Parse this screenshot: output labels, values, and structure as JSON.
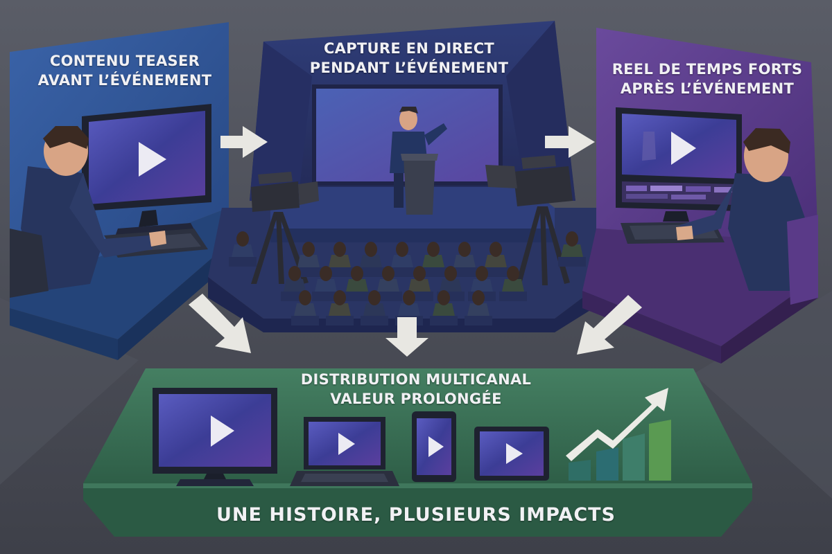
{
  "stages": [
    {
      "id": "before",
      "title_line1": "CONTENU TEASER",
      "title_line2": "AVANT L’ÉVÉNEMENT",
      "color": "#2e4f8f"
    },
    {
      "id": "during",
      "title_line1": "CAPTURE EN DIRECT",
      "title_line2": "PENDANT L’ÉVÉNEMENT",
      "color": "#2a3469"
    },
    {
      "id": "after",
      "title_line1": "REEL DE TEMPS FORTS",
      "title_line2": "APRÈS L’ÉVÉNEMENT",
      "color": "#5a3b8a"
    }
  ],
  "distribution": {
    "title_line1": "DISTRIBUTION MULTICANAL",
    "title_line2": "VALEUR PROLONGÉE",
    "tagline": "UNE HISTOIRE, PLUSIEURS IMPACTS",
    "color": "#3b7358",
    "devices": [
      "monitor-icon",
      "laptop-icon",
      "phone-icon",
      "tablet-icon"
    ],
    "growth_icon": "growth-chart-icon"
  },
  "colors": {
    "screen": "#4a46a6",
    "arrow": "#e8e7e2",
    "background": "#4a4d57"
  }
}
